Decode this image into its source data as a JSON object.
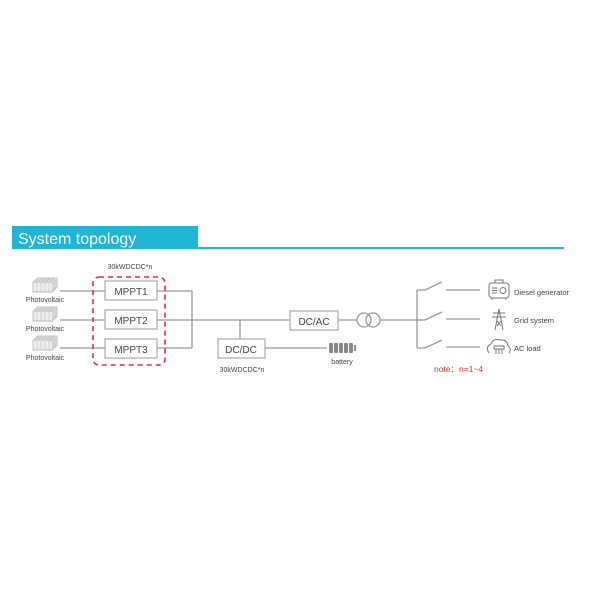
{
  "header": {
    "title": "System topology",
    "accent": "#1fb5d4"
  },
  "pv": {
    "labels": [
      "Photovoltaic",
      "Photovoltaic",
      "Photovoltaic"
    ]
  },
  "mppt": {
    "group_label": "30kWDCDC*n",
    "boxes": [
      "MPPT1",
      "MPPT2",
      "MPPT3"
    ],
    "group_color": "#e0303c"
  },
  "dcac": {
    "label": "DC/AC"
  },
  "dcdc": {
    "label": "DC/DC",
    "rating": "30kWDCDC*n"
  },
  "battery": {
    "label": "battery"
  },
  "outputs": {
    "items": [
      "Diesel generator",
      "Grid system",
      "AC load"
    ]
  },
  "note": {
    "text": "note：n=1~4",
    "color": "#e0303c"
  }
}
